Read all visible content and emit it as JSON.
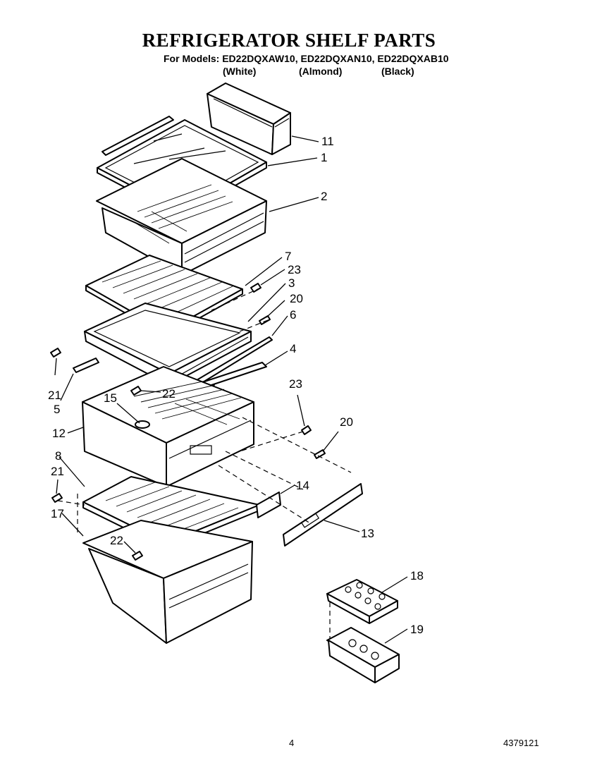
{
  "header": {
    "title": "REFRIGERATOR SHELF PARTS",
    "models_line": "For Models: ED22DQXAW10, ED22DQXAN10, ED22DQXAB10",
    "colors": [
      "(White)",
      "(Almond)",
      "(Black)"
    ]
  },
  "callouts": {
    "c1": "1",
    "c2": "2",
    "c3": "3",
    "c4": "4",
    "c5": "5",
    "c6": "6",
    "c7": "7",
    "c8": "8",
    "c11": "11",
    "c12": "12",
    "c13": "13",
    "c14": "14",
    "c15": "15",
    "c17": "17",
    "c18": "18",
    "c19": "19",
    "c20a": "20",
    "c20b": "20",
    "c21a": "21",
    "c21b": "21",
    "c22a": "22",
    "c22b": "22",
    "c23a": "23",
    "c23b": "23"
  },
  "footer": {
    "page": "4",
    "doc_number": "4379121"
  }
}
